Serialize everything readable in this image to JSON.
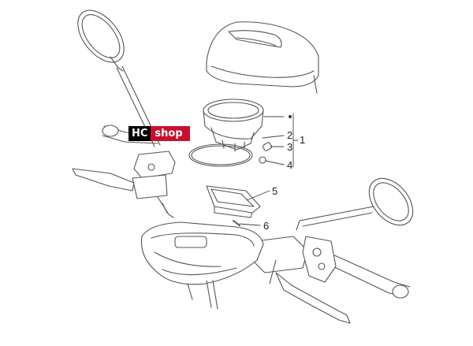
{
  "logo": {
    "part1": "HC",
    "part2": "shop",
    "colors": {
      "hc_bg": "#000000",
      "shop_bg": "#c8102e"
    }
  },
  "callouts": {
    "c1": "1",
    "c2": "2",
    "c3": "3",
    "c4": "4",
    "c5": "5",
    "c6": "6"
  },
  "colors": {
    "line": "#555555",
    "fill": "#ffffff"
  }
}
